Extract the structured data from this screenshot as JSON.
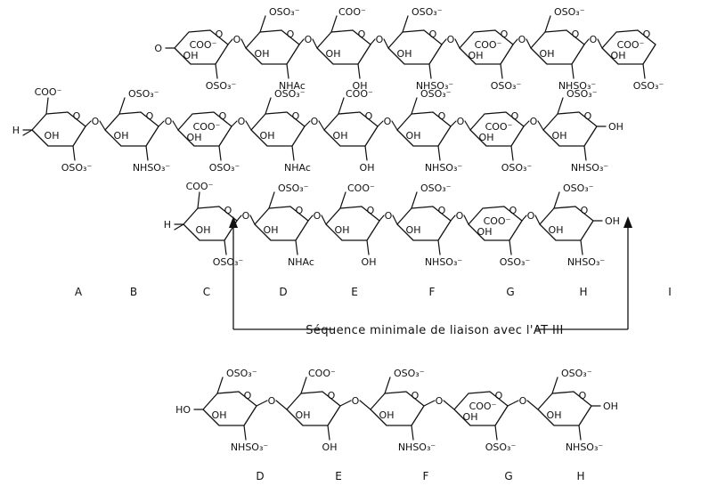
{
  "diagram": {
    "caption": "Séquence minimale de liaison avec l'AT III",
    "top_letters": [
      "A",
      "B",
      "C",
      "D",
      "E",
      "F",
      "G",
      "H",
      "I"
    ],
    "bottom_letters": [
      "D",
      "E",
      "F",
      "G",
      "H"
    ],
    "labels": {
      "COO": "COO⁻",
      "OSO3": "OSO₃⁻",
      "NHSO3": "NHSO₃⁻",
      "NHAc": "NHAc",
      "OH": "OH",
      "O": "O",
      "H": "H",
      "HO": "HO"
    },
    "chains": [
      {
        "units": [
          "iduronic",
          "glucosamine",
          "glucuronic",
          "glucosamine",
          "iduronic",
          "glucosamine",
          "iduronic"
        ],
        "start": "O",
        "end": "open"
      },
      {
        "units": [
          "unsaturated",
          "glucosamine",
          "iduronic",
          "glucosamine",
          "glucuronic",
          "glucosamine",
          "iduronic",
          "glucosamine"
        ],
        "start": "H",
        "end": "OH"
      },
      {
        "units": [
          "unsaturated",
          "glucosamine",
          "glucuronic",
          "glucosamine",
          "iduronic",
          "glucosamine"
        ],
        "start": "H",
        "end": "OH"
      },
      {
        "units": [
          "glucosamine",
          "glucuronic",
          "glucosamine",
          "iduronic",
          "glucosamine"
        ],
        "start": "HO",
        "end": "OH"
      }
    ]
  }
}
